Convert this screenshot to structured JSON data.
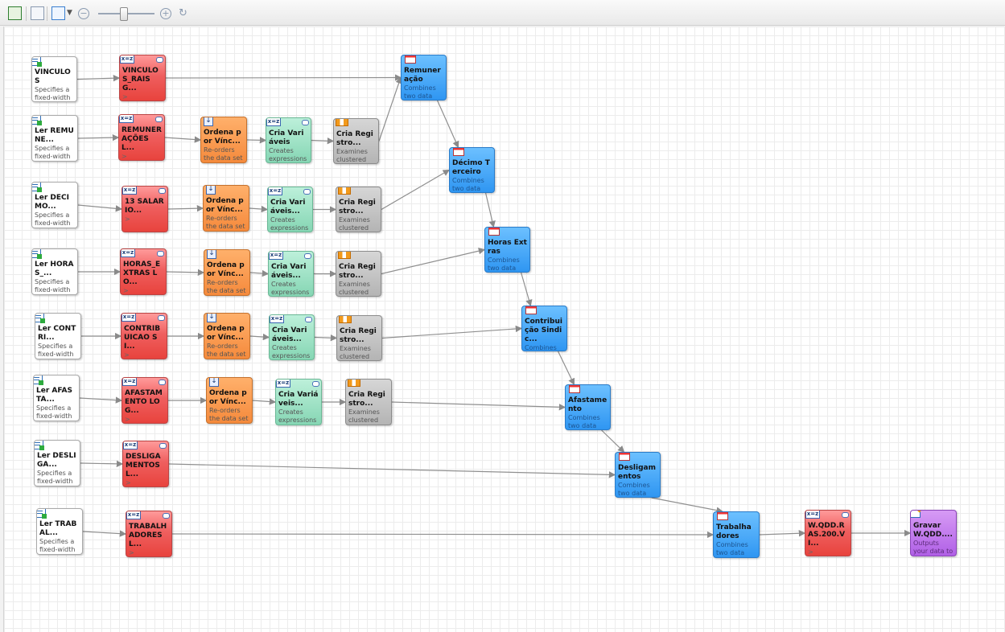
{
  "toolbar": {
    "buttons": [
      {
        "name": "run-icon",
        "color": "#2e7d2e"
      },
      {
        "name": "properties-icon",
        "color": "#7a8aa0"
      },
      {
        "name": "layout-icon",
        "color": "#3a7fd0"
      },
      {
        "name": "zoom-out-icon",
        "color": "#8a9ab0"
      },
      {
        "name": "zoom-in-icon",
        "color": "#8a9ab0"
      },
      {
        "name": "reset-zoom-icon",
        "color": "#8a9ab0"
      }
    ],
    "zoom_level": 0.45
  },
  "nodes": {
    "in1": {
      "title": "VINCULOS",
      "desc": "Specifies a fixed-width t..."
    },
    "in2": {
      "title": "Ler REMUNE...",
      "desc": "Specifies a fixed-width t..."
    },
    "in3": {
      "title": "Ler DECIMO...",
      "desc": "Specifies a fixed-width t..."
    },
    "in4": {
      "title": "Ler HORAS_...",
      "desc": "Specifies a fixed-width t..."
    },
    "in5": {
      "title": "Ler CONTRI...",
      "desc": "Specifies a fixed-width t..."
    },
    "in6": {
      "title": "Ler AFASTA...",
      "desc": "Specifies a fixed-width t..."
    },
    "in7": {
      "title": "Ler DESLIGA...",
      "desc": "Specifies a fixed-width t..."
    },
    "in8": {
      "title": "Ler TRABAL...",
      "desc": "Specifies a fixed-width t..."
    },
    "r1": {
      "title": "VINCULOS_RAIS G...",
      "arrow": ">"
    },
    "r2": {
      "title": "REMUNERAÇÕES L...",
      "arrow": ">"
    },
    "r3": {
      "title": "13 SALARIO...",
      "arrow": ">"
    },
    "r4": {
      "title": "HORAS_EXTRAS LO...",
      "arrow": ">"
    },
    "r5": {
      "title": "CONTRIBUICAO SI...",
      "arrow": ">"
    },
    "r6": {
      "title": "AFASTAMENTO LOG...",
      "arrow": ">"
    },
    "r7": {
      "title": "DESLIGAMENTOS L...",
      "arrow": ">"
    },
    "r8": {
      "title": "TRABALHADORES L...",
      "arrow": ">"
    },
    "o2": {
      "title": "Ordena por Vínc...",
      "desc": "Re-orders the data set at a..."
    },
    "o3": {
      "title": "Ordena por Vínc...",
      "desc": "Re-orders the data set at a..."
    },
    "o4": {
      "title": "Ordena por Vínc...",
      "desc": "Re-orders the data set at a..."
    },
    "o5": {
      "title": "Ordena por Vínc...",
      "desc": "Re-orders the data set at a..."
    },
    "o6": {
      "title": "Ordena por Vínc...",
      "desc": "Re-orders the data set at a..."
    },
    "g2": {
      "title": "Cria Variáveis",
      "desc": "Creates expressions"
    },
    "g3": {
      "title": "Cria Variáveis...",
      "desc": "Creates expressions"
    },
    "g4": {
      "title": "Cria Variáveis...",
      "desc": "Creates expressions"
    },
    "g5": {
      "title": "Cria Variáveis...",
      "desc": "Creates expressions"
    },
    "g6": {
      "title": "Cria Variáveis...",
      "desc": "Creates expressions"
    },
    "c2": {
      "title": "Cria Registro...",
      "desc": "Examines clustered da..."
    },
    "c3": {
      "title": "Cria Registro...",
      "desc": "Examines clustered da..."
    },
    "c4": {
      "title": "Cria Registro...",
      "desc": "Examines clustered da..."
    },
    "c5": {
      "title": "Cria Registro...",
      "desc": "Examines clustered da..."
    },
    "c6": {
      "title": "Cria Registro...",
      "desc": "Examines clustered da..."
    },
    "j1": {
      "title": "Remuneração",
      "desc": "Combines two data sets usi..."
    },
    "j2": {
      "title": "Décimo Terceiro",
      "desc": "Combines two data sets usi..."
    },
    "j3": {
      "title": "Horas Extras",
      "desc": "Combines two data sets usi..."
    },
    "j4": {
      "title": "Contribuição Sindic...",
      "desc": "Combines two data sets usi..."
    },
    "j5": {
      "title": "Afastamento",
      "desc": "Combines two data sets usi..."
    },
    "j6": {
      "title": "Desligamentos",
      "desc": "Combines two data sets usi..."
    },
    "j7": {
      "title": "Trabalhadores",
      "desc": "Combines two data sets usi..."
    },
    "w": {
      "title": "W.QDD.RAS.200.VI...",
      "arrow": ">"
    },
    "out": {
      "title": "Gravar W.QDD....",
      "desc": "Outputs your data to a dat..."
    }
  }
}
